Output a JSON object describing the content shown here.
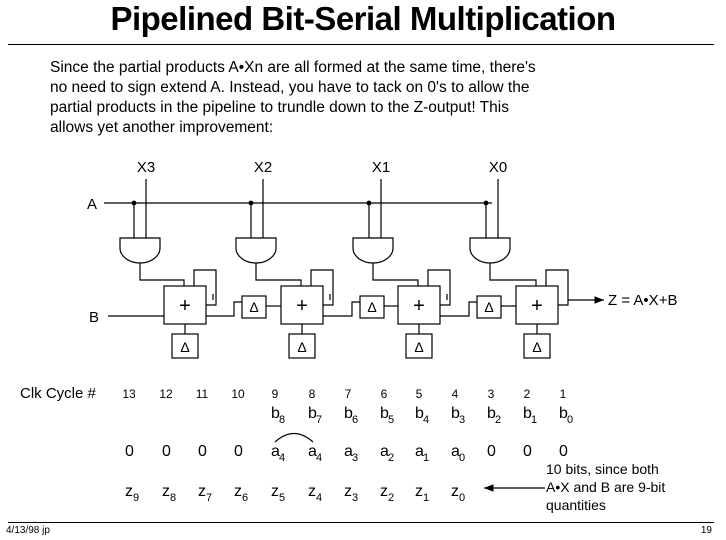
{
  "title": "Pipelined Bit-Serial Multiplication",
  "intro": {
    "lines": [
      "Since the partial products A•Xn are all formed at the same time, there's",
      "no need to sign extend A.  Instead, you have to tack on 0's to allow the",
      "partial products in the pipeline to trundle down to the Z-output!  This",
      "allows yet another improvement:"
    ]
  },
  "diagram": {
    "x_inputs": [
      "X3",
      "X2",
      "X1",
      "X0"
    ],
    "a_input": "A",
    "b_input": "B",
    "adder_symbol": "+",
    "delay_symbol": "Δ",
    "output_label": "Z = A•X+B"
  },
  "timing": {
    "clk_label": "Clk Cycle #",
    "cycles": [
      "13",
      "12",
      "11",
      "10",
      "9",
      "8",
      "7",
      "6",
      "5",
      "4",
      "3",
      "2",
      "1"
    ],
    "b_row": [
      [
        "b",
        "8"
      ],
      [
        "b",
        "7"
      ],
      [
        "b",
        "6"
      ],
      [
        "b",
        "5"
      ],
      [
        "b",
        "4"
      ],
      [
        "b",
        "3"
      ],
      [
        "b",
        "2"
      ],
      [
        "b",
        "1"
      ],
      [
        "b",
        "0"
      ]
    ],
    "a_row": [
      [
        "0",
        ""
      ],
      [
        "0",
        ""
      ],
      [
        "0",
        ""
      ],
      [
        "0",
        ""
      ],
      [
        "a",
        "4"
      ],
      [
        "a",
        "4"
      ],
      [
        "a",
        "3"
      ],
      [
        "a",
        "2"
      ],
      [
        "a",
        "1"
      ],
      [
        "a",
        "0"
      ],
      [
        "0",
        ""
      ],
      [
        "0",
        ""
      ],
      [
        "0",
        ""
      ]
    ],
    "z_row": [
      [
        "z",
        "9"
      ],
      [
        "z",
        "8"
      ],
      [
        "z",
        "7"
      ],
      [
        "z",
        "6"
      ],
      [
        "z",
        "5"
      ],
      [
        "z",
        "4"
      ],
      [
        "z",
        "3"
      ],
      [
        "z",
        "2"
      ],
      [
        "z",
        "1"
      ],
      [
        "z",
        "0"
      ]
    ],
    "note_lines": [
      "10 bits, since both",
      "A•X and B are 9-bit",
      "quantities"
    ]
  },
  "footer": {
    "date": "4/13/98 jp",
    "page": "19"
  }
}
